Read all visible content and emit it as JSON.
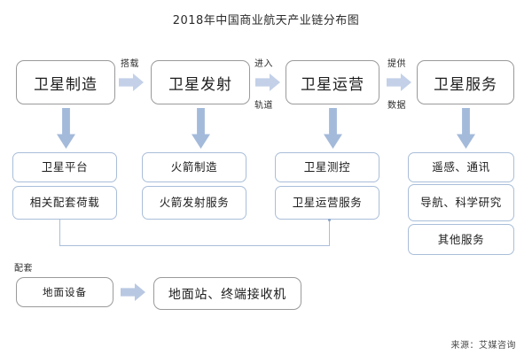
{
  "title": "2018年中国商业航天产业链分布图",
  "source": "来源：艾媒咨询",
  "section_label": "配套",
  "chain": [
    {
      "stage": "卫星制造",
      "subs": [
        "卫星平台",
        "相关配套荷载"
      ]
    },
    {
      "stage": "卫星发射",
      "subs": [
        "火箭制造",
        "火箭发射服务"
      ]
    },
    {
      "stage": "卫星运营",
      "subs": [
        "卫星测控",
        "卫星运营服务"
      ]
    },
    {
      "stage": "卫星服务",
      "subs": [
        "遥感、通讯",
        "导航、科学研究",
        "其他服务"
      ]
    }
  ],
  "connectors": [
    {
      "top": "搭载",
      "bottom": ""
    },
    {
      "top": "进入",
      "bottom": "轨道"
    },
    {
      "top": "提供",
      "bottom": "数据"
    }
  ],
  "support": {
    "from": "地面设备",
    "to": "地面站、终端接收机"
  },
  "colors": {
    "h_arrow": "#c3d0e8",
    "v_arrow": "#a3bada",
    "sub_border": "#a9bed9",
    "top_border": "#9a9a9a",
    "text": "#1c1c1c"
  }
}
